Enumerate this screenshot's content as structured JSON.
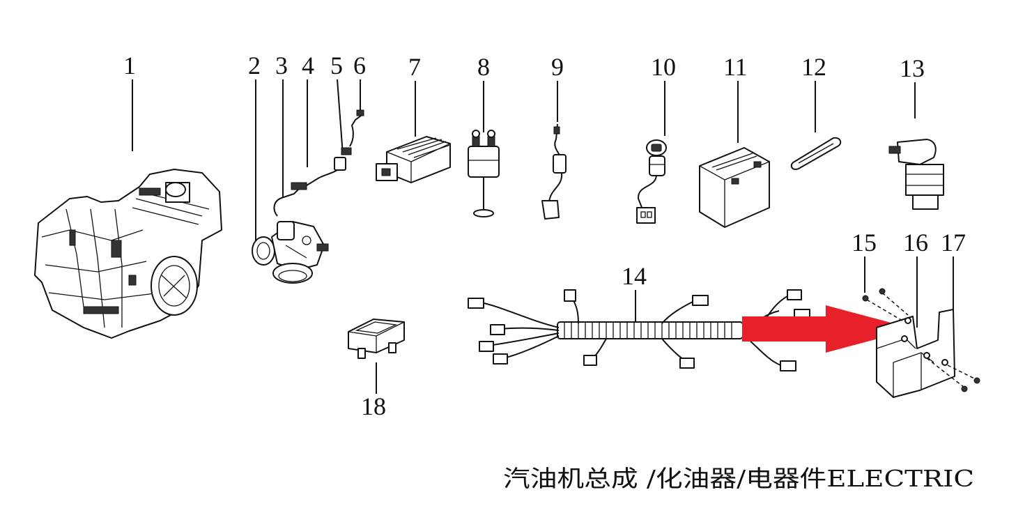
{
  "callouts": [
    "1",
    "2",
    "3",
    "4",
    "5",
    "6",
    "7",
    "8",
    "9",
    "10",
    "11",
    "12",
    "13",
    "14",
    "15",
    "16",
    "17",
    "18"
  ],
  "caption": "汽油机总成 /化油器/电器件ELECTRIC",
  "colors": {
    "arrow": "#e8202a",
    "line": "#111111",
    "background": "#ffffff"
  }
}
